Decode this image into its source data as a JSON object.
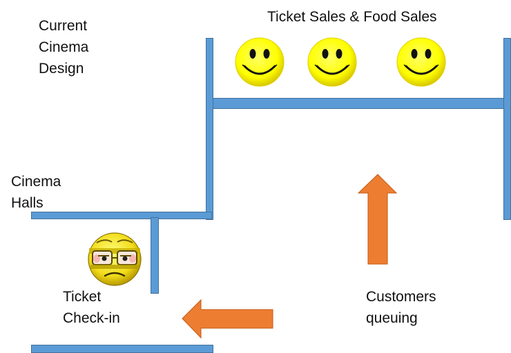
{
  "diagram": {
    "title_lines": [
      "Current",
      "Cinema",
      "Design"
    ],
    "sales_area_label": "Ticket Sales & Food Sales",
    "halls_label_lines": [
      "Cinema",
      "Halls"
    ],
    "checkin_label_lines": [
      "Ticket",
      "Check-in"
    ],
    "queue_label_lines": [
      "Customers",
      "queuing"
    ],
    "happy_staff_count": 3,
    "staff": [
      {
        "role": "sales-staff",
        "mood": "happy"
      },
      {
        "role": "sales-staff",
        "mood": "happy"
      },
      {
        "role": "sales-staff",
        "mood": "happy"
      },
      {
        "role": "checkin-staff",
        "mood": "bored"
      }
    ],
    "flow_arrows": [
      {
        "name": "queue-to-sales",
        "direction": "up"
      },
      {
        "name": "to-checkin",
        "direction": "left"
      }
    ],
    "colors": {
      "wall": "#5b9bd5",
      "wall_border": "#41719c",
      "arrow": "#ed7d31",
      "arrow_border": "#c55a11",
      "face_yellow": "#ffff00",
      "text": "#111111"
    }
  }
}
